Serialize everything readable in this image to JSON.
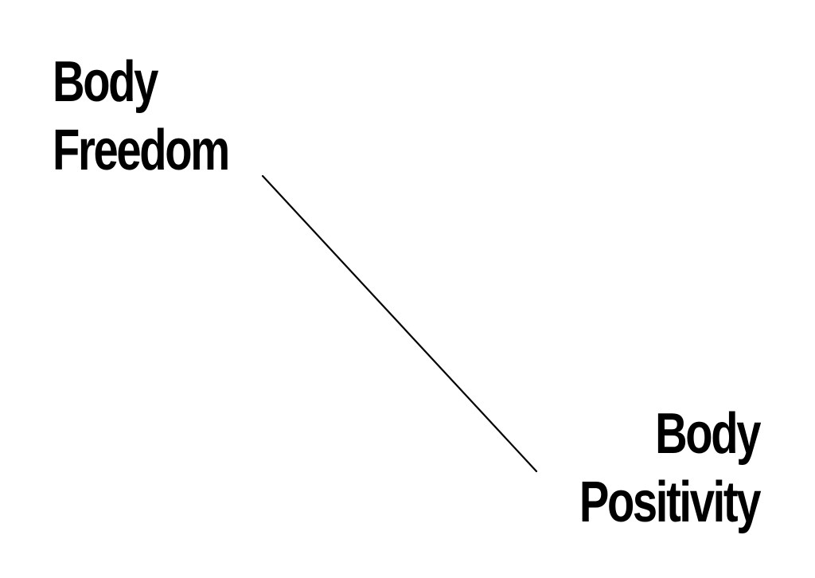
{
  "diagram": {
    "nodes": [
      {
        "id": "body-freedom",
        "lines": [
          "Body",
          "Freedom"
        ]
      },
      {
        "id": "body-positivity",
        "lines": [
          "Body",
          "Positivity"
        ]
      }
    ],
    "edges": [
      {
        "from": "body-freedom",
        "to": "body-positivity"
      }
    ],
    "colors": {
      "text": "#000000",
      "line": "#000000",
      "background": "#ffffff"
    }
  }
}
